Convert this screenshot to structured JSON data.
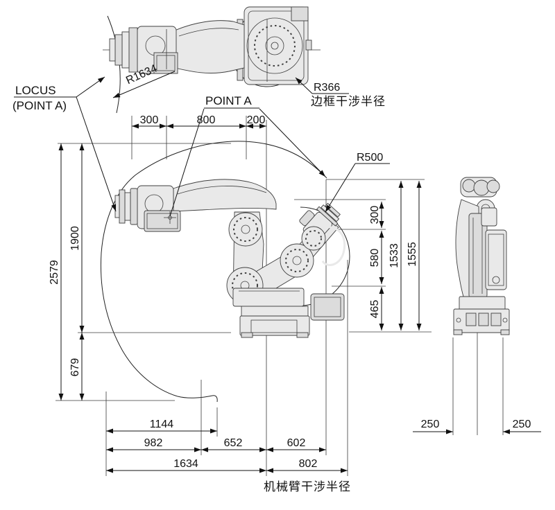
{
  "labels": {
    "locus_line1": "LOCUS",
    "locus_line2": "(POINT A)",
    "point_a": "POINT A",
    "r1634": "R1634",
    "r366": "R366",
    "r366_caption": "边框干涉半径",
    "r500": "R500",
    "arm_caption": "机械臂干涉半径"
  },
  "dims": {
    "top300": "300",
    "top800": "800",
    "top200": "200",
    "left2579": "2579",
    "left1900": "1900",
    "left679": "679",
    "right300": "300",
    "right580": "580",
    "right465": "465",
    "right1533": "1533",
    "right1555": "1555",
    "b1144": "1144",
    "b982": "982",
    "b652": "652",
    "b602": "602",
    "b1634": "1634",
    "b802": "802",
    "front250l": "250",
    "front250r": "250"
  },
  "colors": {
    "line": "#111111",
    "robot_fill": "#e9e9e9",
    "robot_stroke": "#3f3f3f",
    "background": "#ffffff"
  }
}
